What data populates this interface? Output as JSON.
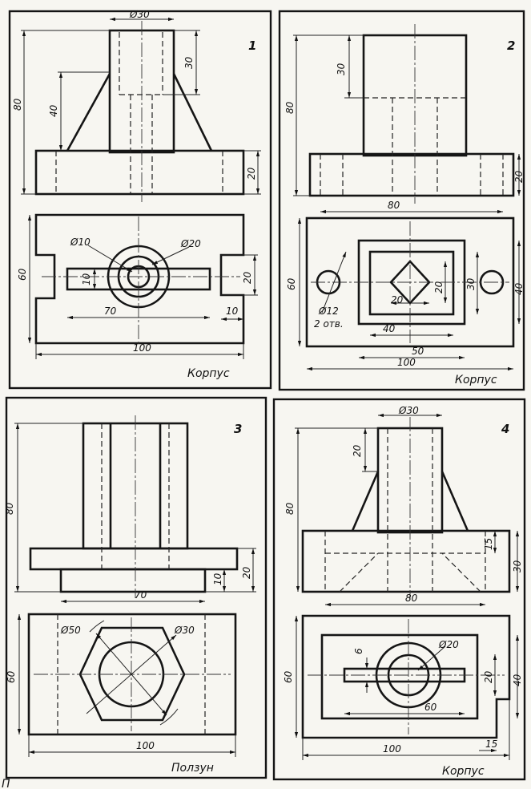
{
  "panels": [
    {
      "number": "1",
      "caption": "Корпус",
      "dims": {
        "d30": "Ø30",
        "h30": "30",
        "h80": "80",
        "h40": "40",
        "h20": "20",
        "h60": "60",
        "d10": "Ø10",
        "d20": "Ø20",
        "s10": "10",
        "s20": "20",
        "w70": "70",
        "s10b": "10",
        "w100": "100"
      }
    },
    {
      "number": "2",
      "caption": "Корпус",
      "dims": {
        "h30": "30",
        "h80": "80",
        "h20": "20",
        "w80": "80",
        "h60": "60",
        "d12": "Ø12",
        "holes": "2 отв.",
        "s20a": "20",
        "s20b": "20",
        "h30b": "30",
        "h40": "40",
        "w40": "40",
        "w50": "50",
        "w100": "100"
      }
    },
    {
      "number": "3",
      "caption": "Ползун",
      "dims": {
        "h80": "80",
        "h20": "20",
        "h10": "10",
        "w70": "70",
        "h60": "60",
        "d50": "Ø50",
        "d30": "Ø30",
        "w100": "100"
      }
    },
    {
      "number": "4",
      "caption": "Корпус",
      "dims": {
        "d30": "Ø30",
        "h20": "20",
        "h80": "80",
        "h15": "15",
        "h30": "30",
        "w80": "80",
        "h60": "60",
        "s6": "6",
        "d20": "Ø20",
        "s20": "20",
        "h40": "40",
        "w60": "60",
        "w100": "100",
        "w15": "15"
      }
    }
  ],
  "footer_fragment": "П"
}
